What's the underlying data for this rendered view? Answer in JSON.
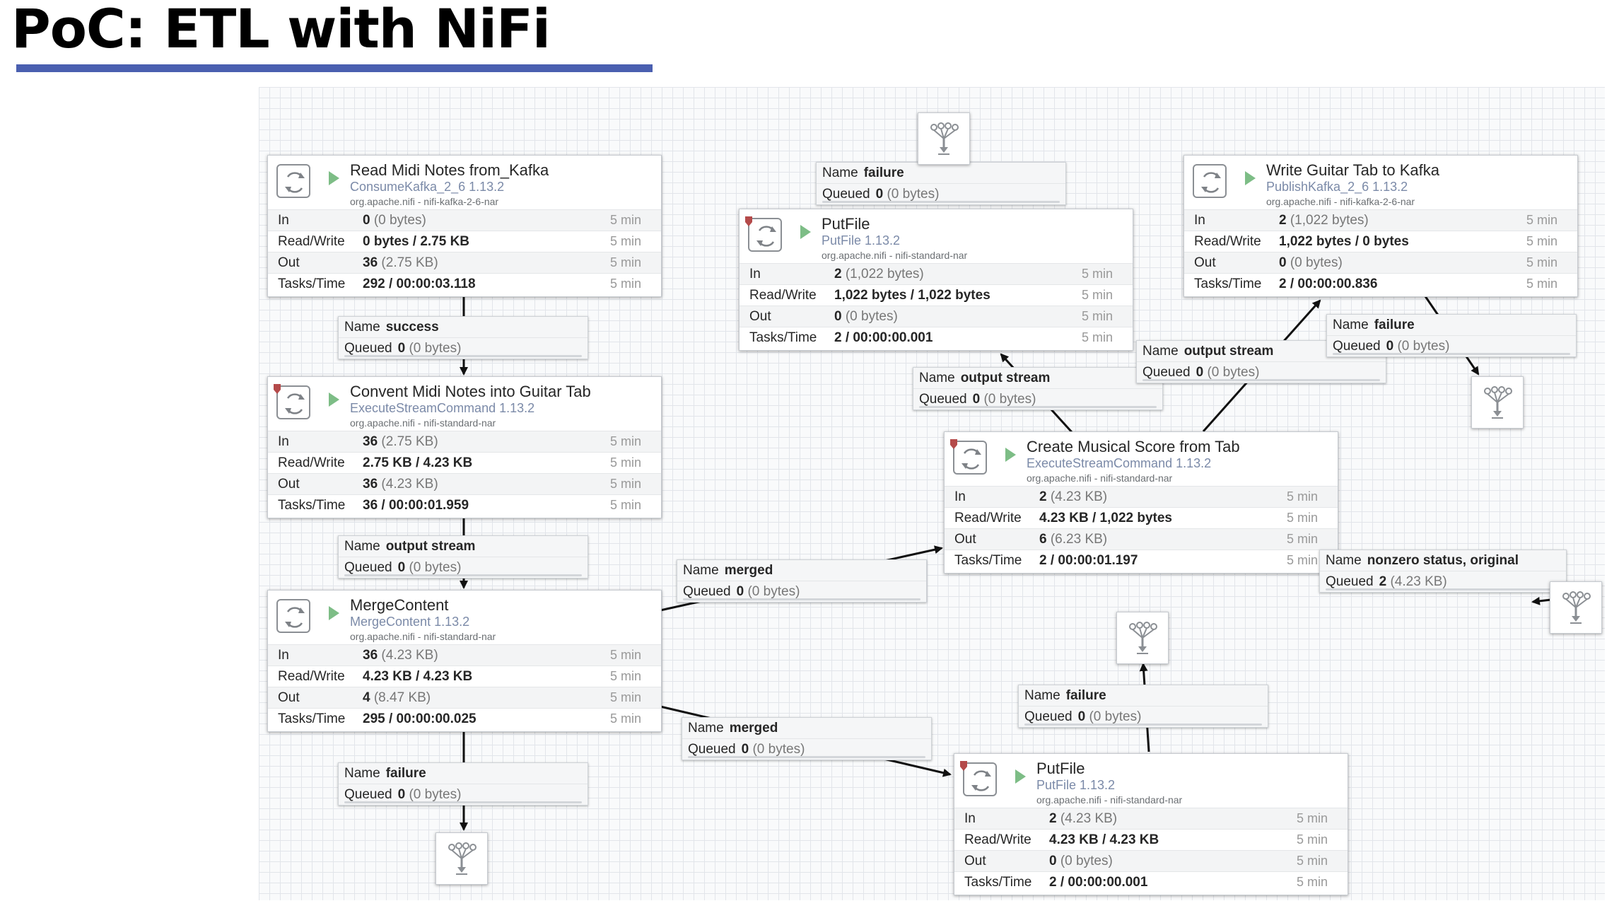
{
  "title": "PoC: ETL with NiFi",
  "colors": {
    "title_rule": "#4a5fb0",
    "run_icon": "#7dbd86",
    "stat_label": "#7b8aa8"
  },
  "processors": [
    {
      "id": "p1",
      "name": "Read Midi Notes from_Kafka",
      "type": "ConsumeKafka_2_6 1.13.2",
      "bundle": "org.apache.nifi - nifi-kafka-2-6-nar",
      "invalid": false,
      "stats": [
        {
          "label": "In",
          "value": "0",
          "sub": "(0 bytes)",
          "period": "5 min"
        },
        {
          "label": "Read/Write",
          "value": "0 bytes / 2.75 KB",
          "sub": "",
          "period": "5 min"
        },
        {
          "label": "Out",
          "value": "36",
          "sub": "(2.75 KB)",
          "period": "5 min"
        },
        {
          "label": "Tasks/Time",
          "value": "292 / 00:00:03.118",
          "sub": "",
          "period": "5 min"
        }
      ]
    },
    {
      "id": "p2",
      "name": "Convent Midi Notes into Guitar Tab",
      "type": "ExecuteStreamCommand 1.13.2",
      "bundle": "org.apache.nifi - nifi-standard-nar",
      "invalid": true,
      "stats": [
        {
          "label": "In",
          "value": "36",
          "sub": "(2.75 KB)",
          "period": "5 min"
        },
        {
          "label": "Read/Write",
          "value": "2.75 KB / 4.23 KB",
          "sub": "",
          "period": "5 min"
        },
        {
          "label": "Out",
          "value": "36",
          "sub": "(4.23 KB)",
          "period": "5 min"
        },
        {
          "label": "Tasks/Time",
          "value": "36 / 00:00:01.959",
          "sub": "",
          "period": "5 min"
        }
      ]
    },
    {
      "id": "p3",
      "name": "MergeContent",
      "type": "MergeContent 1.13.2",
      "bundle": "org.apache.nifi - nifi-standard-nar",
      "invalid": false,
      "stats": [
        {
          "label": "In",
          "value": "36",
          "sub": "(4.23 KB)",
          "period": "5 min"
        },
        {
          "label": "Read/Write",
          "value": "4.23 KB / 4.23 KB",
          "sub": "",
          "period": "5 min"
        },
        {
          "label": "Out",
          "value": "4",
          "sub": "(8.47 KB)",
          "period": "5 min"
        },
        {
          "label": "Tasks/Time",
          "value": "295 / 00:00:00.025",
          "sub": "",
          "period": "5 min"
        }
      ]
    },
    {
      "id": "p4",
      "name": "PutFile",
      "type": "PutFile 1.13.2",
      "bundle": "org.apache.nifi - nifi-standard-nar",
      "invalid": true,
      "stats": [
        {
          "label": "In",
          "value": "2",
          "sub": "(1,022 bytes)",
          "period": "5 min"
        },
        {
          "label": "Read/Write",
          "value": "1,022 bytes / 1,022 bytes",
          "sub": "",
          "period": "5 min"
        },
        {
          "label": "Out",
          "value": "0",
          "sub": "(0 bytes)",
          "period": "5 min"
        },
        {
          "label": "Tasks/Time",
          "value": "2 / 00:00:00.001",
          "sub": "",
          "period": "5 min"
        }
      ]
    },
    {
      "id": "p5",
      "name": "Write Guitar Tab to Kafka",
      "type": "PublishKafka_2_6 1.13.2",
      "bundle": "org.apache.nifi - nifi-kafka-2-6-nar",
      "invalid": false,
      "stats": [
        {
          "label": "In",
          "value": "2",
          "sub": "(1,022 bytes)",
          "period": "5 min"
        },
        {
          "label": "Read/Write",
          "value": "1,022 bytes / 0 bytes",
          "sub": "",
          "period": "5 min"
        },
        {
          "label": "Out",
          "value": "0",
          "sub": "(0 bytes)",
          "period": "5 min"
        },
        {
          "label": "Tasks/Time",
          "value": "2 / 00:00:00.836",
          "sub": "",
          "period": "5 min"
        }
      ]
    },
    {
      "id": "p6",
      "name": "Create Musical Score from Tab",
      "type": "ExecuteStreamCommand 1.13.2",
      "bundle": "org.apache.nifi - nifi-standard-nar",
      "invalid": true,
      "stats": [
        {
          "label": "In",
          "value": "2",
          "sub": "(4.23 KB)",
          "period": "5 min"
        },
        {
          "label": "Read/Write",
          "value": "4.23 KB / 1,022 bytes",
          "sub": "",
          "period": "5 min"
        },
        {
          "label": "Out",
          "value": "6",
          "sub": "(6.23 KB)",
          "period": "5 min"
        },
        {
          "label": "Tasks/Time",
          "value": "2 / 00:00:01.197",
          "sub": "",
          "period": "5 min"
        }
      ]
    },
    {
      "id": "p7",
      "name": "PutFile",
      "type": "PutFile 1.13.2",
      "bundle": "org.apache.nifi - nifi-standard-nar",
      "invalid": true,
      "stats": [
        {
          "label": "In",
          "value": "2",
          "sub": "(4.23 KB)",
          "period": "5 min"
        },
        {
          "label": "Read/Write",
          "value": "4.23 KB / 4.23 KB",
          "sub": "",
          "period": "5 min"
        },
        {
          "label": "Out",
          "value": "0",
          "sub": "(0 bytes)",
          "period": "5 min"
        },
        {
          "label": "Tasks/Time",
          "value": "2 / 00:00:00.001",
          "sub": "",
          "period": "5 min"
        }
      ]
    }
  ],
  "connections": [
    {
      "id": "c1",
      "name_label": "Name",
      "name": "success",
      "queued_label": "Queued",
      "queued": "0",
      "queued_sub": "(0 bytes)"
    },
    {
      "id": "c2",
      "name_label": "Name",
      "name": "output stream",
      "queued_label": "Queued",
      "queued": "0",
      "queued_sub": "(0 bytes)"
    },
    {
      "id": "c3",
      "name_label": "Name",
      "name": "failure",
      "queued_label": "Queued",
      "queued": "0",
      "queued_sub": "(0 bytes)"
    },
    {
      "id": "c4",
      "name_label": "Name",
      "name": "merged",
      "queued_label": "Queued",
      "queued": "0",
      "queued_sub": "(0 bytes)"
    },
    {
      "id": "c5",
      "name_label": "Name",
      "name": "merged",
      "queued_label": "Queued",
      "queued": "0",
      "queued_sub": "(0 bytes)"
    },
    {
      "id": "c6",
      "name_label": "Name",
      "name": "failure",
      "queued_label": "Queued",
      "queued": "0",
      "queued_sub": "(0 bytes)"
    },
    {
      "id": "c7",
      "name_label": "Name",
      "name": "output stream",
      "queued_label": "Queued",
      "queued": "0",
      "queued_sub": "(0 bytes)"
    },
    {
      "id": "c8",
      "name_label": "Name",
      "name": "output stream",
      "queued_label": "Queued",
      "queued": "0",
      "queued_sub": "(0 bytes)"
    },
    {
      "id": "c9",
      "name_label": "Name",
      "name": "failure",
      "queued_label": "Queued",
      "queued": "0",
      "queued_sub": "(0 bytes)"
    },
    {
      "id": "c10",
      "name_label": "Name",
      "name": "nonzero status, original",
      "queued_label": "Queued",
      "queued": "2",
      "queued_sub": "(4.23 KB)"
    },
    {
      "id": "c11",
      "name_label": "Name",
      "name": "failure",
      "queued_label": "Queued",
      "queued": "0",
      "queued_sub": "(0 bytes)"
    }
  ],
  "funnels": [
    "funnel-top",
    "funnel-right-upper",
    "funnel-right-middle",
    "funnel-center",
    "funnel-bottom-left"
  ]
}
